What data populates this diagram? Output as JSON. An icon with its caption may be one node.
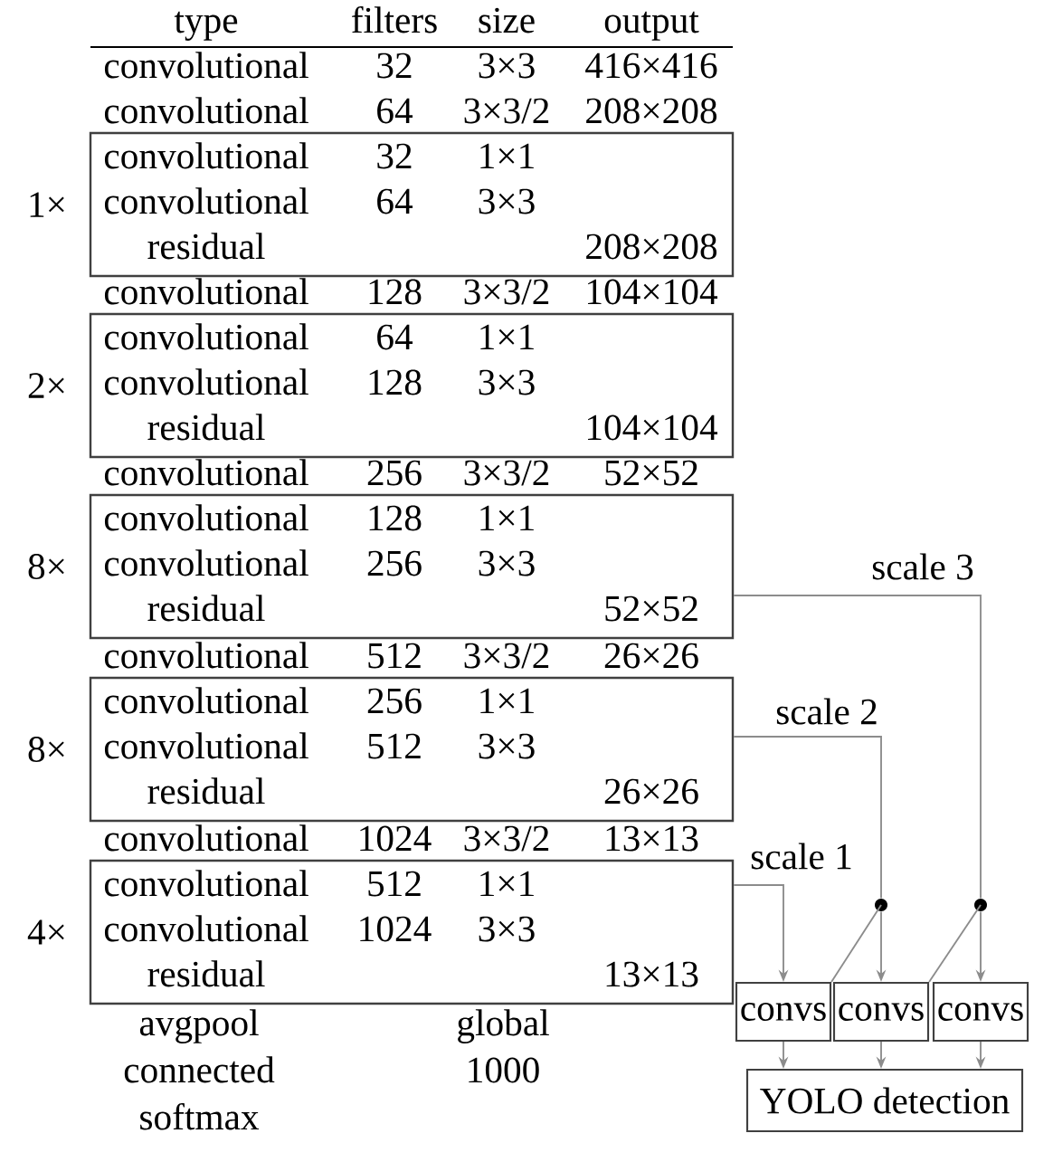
{
  "diagram": {
    "nodes": [
      {
        "text": [
          "convolutional",
          "32",
          "1×1",
          "convolutional",
          "64",
          "3×3",
          "residual",
          "208×208"
        ],
        "beside": [
          "1×"
        ]
      },
      {
        "text": [
          "convolutional",
          "64",
          "1×1",
          "convolutional",
          "128",
          "3×3",
          "residual",
          "104×104"
        ],
        "beside": [
          "2×"
        ]
      },
      {
        "text": [
          "convolutional",
          "128",
          "1×1",
          "convolutional",
          "256",
          "3×3",
          "residual",
          "52×52"
        ],
        "beside": [
          "8×"
        ]
      },
      {
        "text": [
          "convolutional",
          "256",
          "1×1",
          "convolutional",
          "512",
          "3×3",
          "residual",
          "26×26"
        ],
        "beside": [
          "8×"
        ]
      },
      {
        "text": [
          "convolutional",
          "512",
          "1×1",
          "convolutional",
          "1024",
          "3×3",
          "residual",
          "13×13"
        ],
        "beside": [
          "4×"
        ]
      },
      {
        "text": [
          "convs"
        ]
      },
      {
        "text": [
          "convs"
        ]
      },
      {
        "text": [
          "convs"
        ]
      },
      {
        "text": [
          "YOLO detection"
        ]
      },
      {
        "text": [],
        "shape": "circle"
      },
      {
        "text": [],
        "shape": "circle"
      }
    ],
    "edges": [
      {
        "from": 4,
        "to": 5,
        "arrow": "to",
        "label": "scale 1"
      },
      {
        "from": 3,
        "to": 9,
        "arrow": "none",
        "label": "scale 2"
      },
      {
        "from": 9,
        "to": 6,
        "arrow": "to"
      },
      {
        "from": 9,
        "to": 5,
        "arrow": "none"
      },
      {
        "from": 2,
        "to": 10,
        "arrow": "none",
        "label": "scale 3"
      },
      {
        "from": 10,
        "to": 7,
        "arrow": "to"
      },
      {
        "from": 10,
        "to": 6,
        "arrow": "none"
      },
      {
        "from": 5,
        "to": 8,
        "arrow": "to"
      },
      {
        "from": 6,
        "to": 8,
        "arrow": "to"
      },
      {
        "from": 7,
        "to": 8,
        "arrow": "to"
      }
    ],
    "labels": [
      "type",
      "filters",
      "size",
      "output",
      "convolutional",
      "32",
      "3×3",
      "416×416",
      "convolutional",
      "64",
      "3×3/2",
      "208×208",
      "convolutional",
      "128",
      "3×3/2",
      "104×104",
      "convolutional",
      "256",
      "3×3/2",
      "52×52",
      "convolutional",
      "512",
      "3×3/2",
      "26×26",
      "convolutional",
      "1024",
      "3×3/2",
      "13×13",
      "avgpool",
      "global",
      "connected",
      "1000",
      "softmax"
    ]
  }
}
